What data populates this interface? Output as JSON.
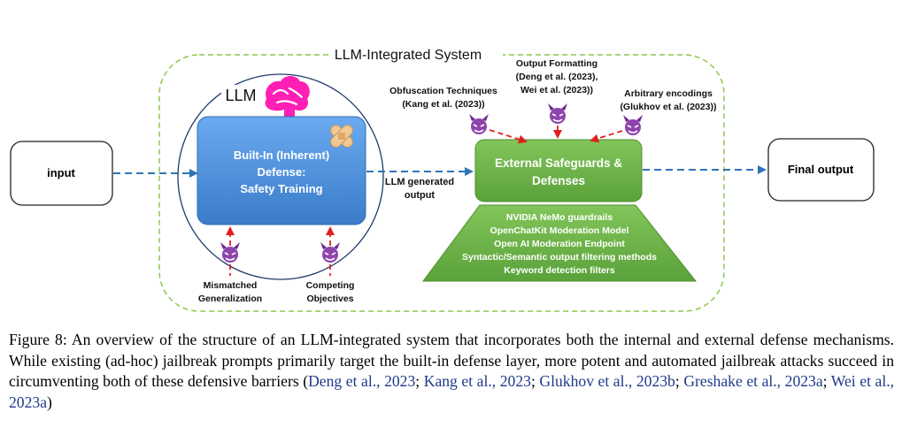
{
  "diagram": {
    "system_label": "LLM-Integrated System",
    "input_label": "input",
    "llm_label": "LLM",
    "builtin_line1": "Built-In (Inherent)",
    "builtin_line2": "Defense:",
    "builtin_line3": "Safety Training",
    "generated_line1": "LLM generated",
    "generated_line2": "output",
    "external_line1": "External Safeguards &",
    "external_line2": "Defenses",
    "tools": [
      "NVIDIA NeMo guardrails",
      "OpenChatKit Moderation Model",
      "Open AI Moderation Endpoint",
      "Syntactic/Semantic output filtering methods",
      "Keyword detection filters"
    ],
    "final_output_label": "Final output",
    "attacks": {
      "obfuscation_line1": "Obfuscation Techniques",
      "obfuscation_line2": "(Kang et al. (2023))",
      "output_formatting_line1": "Output Formatting",
      "output_formatting_line2": "(Deng et al. (2023),",
      "output_formatting_line3": "Wei et al. (2023))",
      "arbitrary_line1": "Arbitrary encodings",
      "arbitrary_line2": "(Glukhov et al. (2023))",
      "mismatched_line1": "Mismatched",
      "mismatched_line2": "Generalization",
      "competing_line1": "Competing",
      "competing_line2": "Objectives"
    },
    "icons": {
      "attacker": "purple-devil-icon",
      "brain": "magenta-brain-icon",
      "bandage": "crossed-bandage-icon"
    },
    "colors": {
      "system_border": "#8cc84b",
      "builtin_box": "#4a90d9",
      "external_box": "#6ab04c",
      "arrow_blue": "#2e75b6",
      "arrow_red": "#e02020",
      "brain": "#ff1fb4",
      "devil": "#8e44ad"
    }
  },
  "caption": {
    "prefix": "Figure 8: An overview of the structure of an LLM-integrated system that incorporates both the internal and external defense mechanisms. While existing (ad-hoc) jailbreak prompts primarily target the built-in defense layer, more potent and automated jailbreak attacks succeed in circumventing both of these defensive barriers (",
    "cite1": "Deng et al., 2023",
    "sep1": "; ",
    "cite2": "Kang et al., 2023",
    "sep2": "; ",
    "cite3": "Glukhov et al., 2023b",
    "sep3": "; ",
    "cite4": "Greshake et al., 2023a",
    "sep4": "; ",
    "cite5": "Wei et al., 2023a",
    "suffix": ")"
  }
}
